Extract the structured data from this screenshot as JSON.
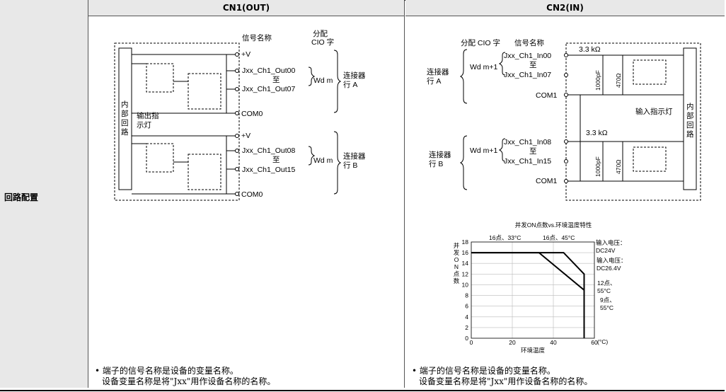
{
  "header": {
    "col1": "CN1(OUT)",
    "col2": "CN2(IN)",
    "row": "回路配置"
  },
  "cn1": {
    "signal_name": "信号名称",
    "alloc_cio_1": "分配",
    "alloc_cio_2": "CIO 字",
    "plus_v": "+V",
    "out00": "Jxx_Ch1_Out00",
    "out07": "Jxx_Ch1_Out07",
    "out08": "Jxx_Ch1_Out08",
    "out15": "Jxx_Ch1_Out15",
    "to": "至",
    "wd_m": "Wd m",
    "com0": "COM0",
    "row_a_1": "连接器",
    "row_a_2": "行 A",
    "row_b_1": "连接器",
    "row_b_2": "行 B",
    "internal": [
      "内",
      "部",
      "回",
      "路"
    ],
    "indicator_1": "输出指",
    "indicator_2": "示灯"
  },
  "cn2": {
    "alloc_cio": "分配 CIO 字",
    "signal_name": "信号名称",
    "in00": "Jxx_Ch1_In00",
    "in07": "Jxx_Ch1_In07",
    "in08": "Jxx_Ch1_In08",
    "in15": "Jxx_Ch1_In15",
    "to": "至",
    "wd_m1": "Wd m+1",
    "com1": "COM1",
    "r_res": "3.3 kΩ",
    "cap": "1000pF",
    "res470": "470Ω",
    "row_a_1": "连接器",
    "row_a_2": "行 A",
    "row_b_1": "连接器",
    "row_b_2": "行 B",
    "input_indicator": "输入指示灯",
    "internal": [
      "内",
      "部",
      "回",
      "路"
    ]
  },
  "chart_data": {
    "type": "line",
    "title": "并发ON点数vs.环境温度特性",
    "xlabel": "环境温度",
    "ylabel": "并发ON点数",
    "x_unit": "(°C)",
    "xlim": [
      0,
      60
    ],
    "ylim": [
      0,
      18
    ],
    "xticks": [
      0,
      20,
      40,
      60
    ],
    "yticks": [
      0,
      2,
      4,
      6,
      8,
      10,
      12,
      14,
      16,
      18
    ],
    "grid": true,
    "series": [
      {
        "name": "输入电压：DC24V",
        "x": [
          0,
          33,
          55,
          55
        ],
        "y": [
          16,
          16,
          9,
          0
        ]
      },
      {
        "name": "输入电压：DC26.4V",
        "x": [
          0,
          45,
          55,
          55
        ],
        "y": [
          16,
          16,
          12,
          0
        ]
      }
    ],
    "annotations": [
      "16点、33°C",
      "16点、45°C",
      "输入电压：",
      "DC24V",
      "输入电压：",
      "DC26.4V",
      "12点、",
      "55°C",
      "9点、",
      "55°C"
    ]
  },
  "notes": {
    "line1": "• 端子的信号名称是设备的变量名称。",
    "line2": "设备变量名称是将\"Jxx\"用作设备名称的名称。"
  }
}
